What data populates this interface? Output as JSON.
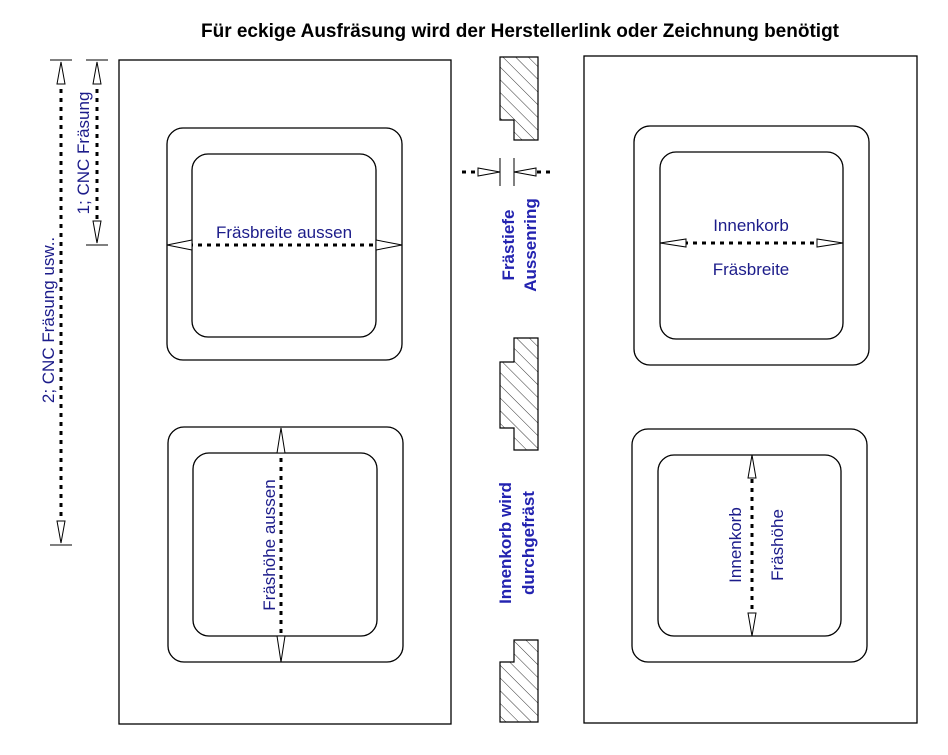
{
  "title": "Für eckige Ausfräsung wird der Herstellerlink oder Zeichnung benötigt",
  "left_panel": {
    "dim_step1": "1; CNC Fräsung",
    "dim_step2": "2; CNC Fräsung usw..",
    "outer_width_label": "Fräsbreite aussen",
    "outer_height_label": "Fräshöhe aussen"
  },
  "middle_section": {
    "depth_label_line1": "Frästiefe",
    "depth_label_line2": "Aussenring",
    "through_label_line1": "Innenkorb wird",
    "through_label_line2": "durchgefräst"
  },
  "right_panel": {
    "inner_width_line1": "Innenkorb",
    "inner_width_line2": "Fräsbreite",
    "inner_height_line1": "Innenkorb",
    "inner_height_line2": "Fräshöhe"
  },
  "colors": {
    "label": "#1c1c8a",
    "bold_label": "#2323b0"
  }
}
